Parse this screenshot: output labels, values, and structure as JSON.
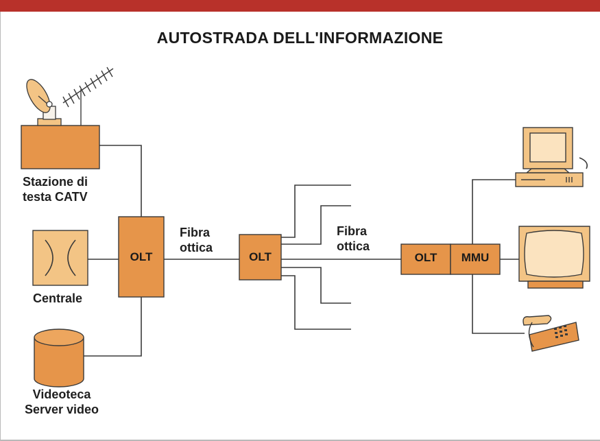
{
  "title": "AUTOSTRADA DELL'INFORMAZIONE",
  "colors": {
    "topbar": "#b8312a",
    "box_orange": "#e6954a",
    "box_light": "#f3c485",
    "line": "#3a3a3a"
  },
  "nodes": {
    "catv": {
      "label_line1": "Stazione di",
      "label_line2": "testa CATV"
    },
    "centrale": {
      "label": "Centrale"
    },
    "videoteca": {
      "label_line1": "Videoteca",
      "label_line2": "Server video"
    },
    "olt_left": {
      "label": "OLT"
    },
    "olt_center": {
      "label": "OLT"
    },
    "olt_right": {
      "label": "OLT"
    },
    "mmu": {
      "label": "MMU"
    }
  },
  "links": {
    "fibra1": {
      "line1": "Fibra",
      "line2": "ottica"
    },
    "fibra2": {
      "line1": "Fibra",
      "line2": "ottica"
    }
  },
  "devices": [
    "computer-icon",
    "television-icon",
    "telephone-icon",
    "satellite-dish-icon",
    "antenna-icon"
  ]
}
